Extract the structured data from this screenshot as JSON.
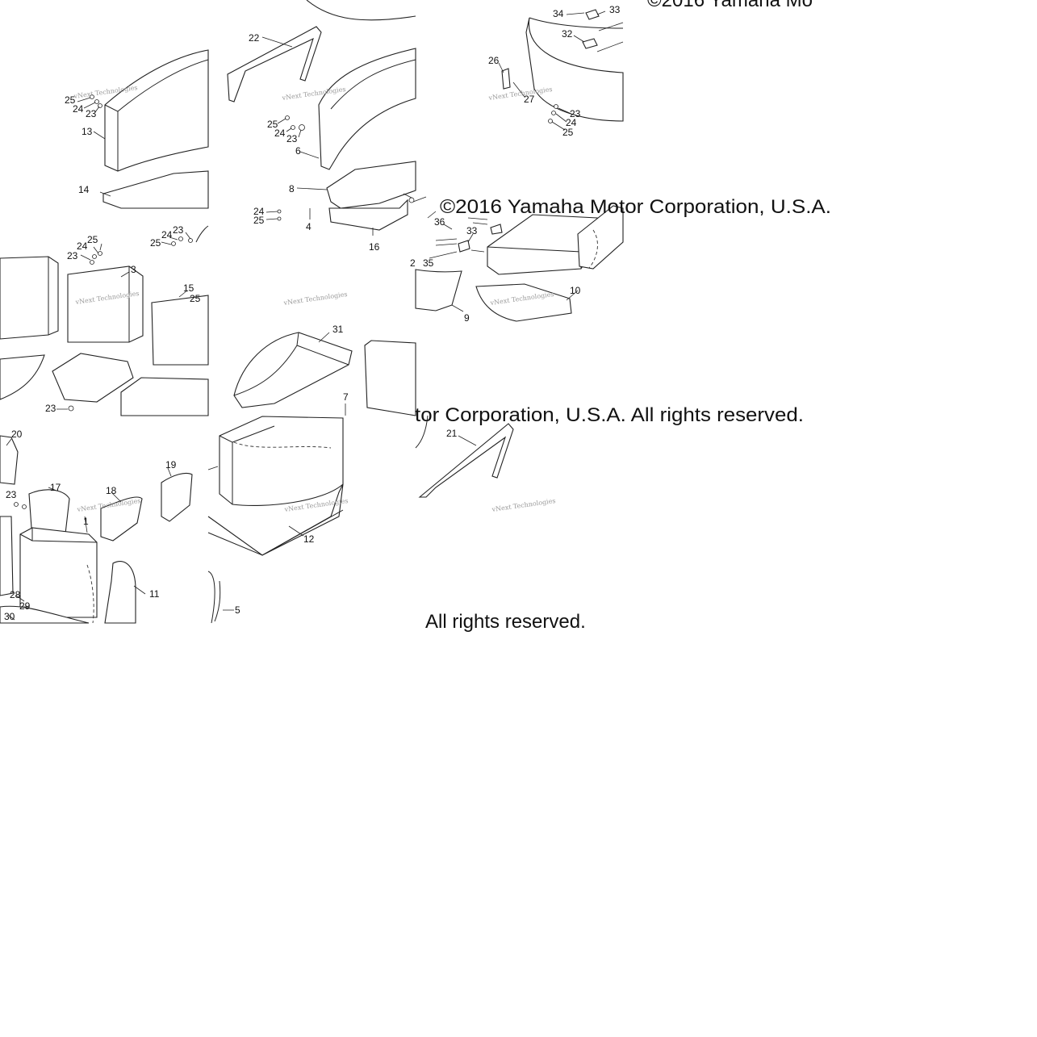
{
  "copyright": {
    "line1": "©2016 Yamaha Mo",
    "line2": "©2016 Yamaha Motor Corporation, U.S.A.",
    "line3": "tor Corporation, U.S.A. All rights reserved.",
    "line4": "All rights reserved."
  },
  "watermark": "vNext Technologies",
  "callouts": [
    "1",
    "2",
    "3",
    "4",
    "5",
    "6",
    "7",
    "8",
    "9",
    "10",
    "11",
    "12",
    "13",
    "14",
    "15",
    "16",
    "17",
    "18",
    "19",
    "20",
    "21",
    "22",
    "23",
    "24",
    "25",
    "26",
    "27",
    "28",
    "29",
    "30",
    "31",
    "32",
    "33",
    "34",
    "35",
    "36"
  ]
}
